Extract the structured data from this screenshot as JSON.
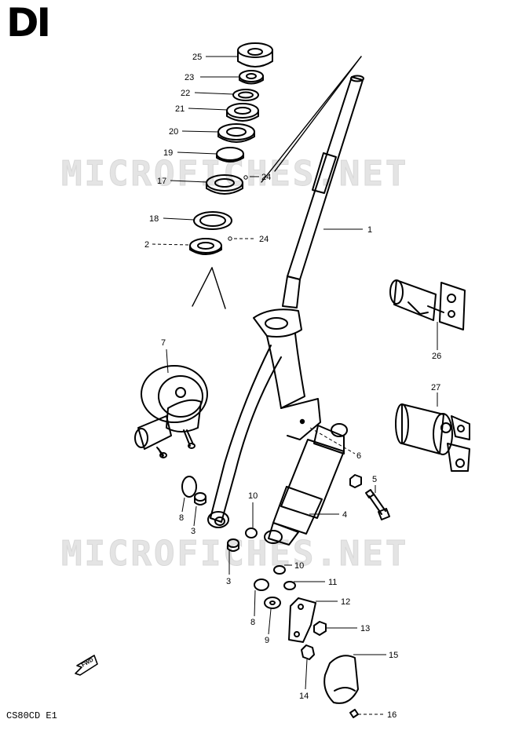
{
  "diagram": {
    "section_label": "DI",
    "model_code": "CS80CD E1",
    "watermark": "MICROFICHES.NET",
    "front_arrow_label": "FWD",
    "callouts": [
      "1",
      "2",
      "3",
      "4",
      "5",
      "6",
      "7",
      "8",
      "9",
      "10",
      "11",
      "12",
      "13",
      "14",
      "15",
      "16",
      "17",
      "18",
      "19",
      "20",
      "21",
      "22",
      "23",
      "24",
      "25",
      "26",
      "27"
    ],
    "labels": {
      "p1": "1",
      "p2": "2",
      "p3a": "3",
      "p3b": "3",
      "p4": "4",
      "p5": "5",
      "p6": "6",
      "p7": "7",
      "p8a": "8",
      "p8b": "8",
      "p9": "9",
      "p10a": "10",
      "p10b": "10",
      "p11": "11",
      "p12": "12",
      "p13": "13",
      "p14": "14",
      "p15": "15",
      "p16": "16",
      "p17": "17",
      "p18": "18",
      "p19": "19",
      "p20": "20",
      "p21": "21",
      "p22": "22",
      "p23": "23",
      "p24a": "24",
      "p24b": "24",
      "p25": "25",
      "p26": "26",
      "p27": "27"
    }
  }
}
